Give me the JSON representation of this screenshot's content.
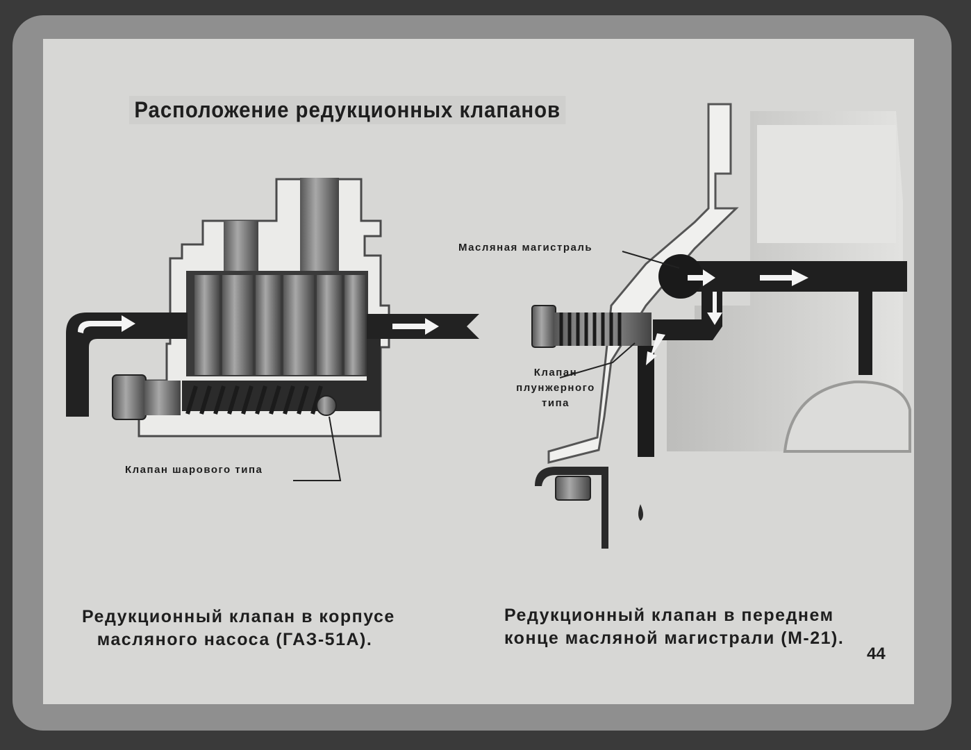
{
  "title": "Расположение редукционных клапанов",
  "left_diagram": {
    "label_ball_valve": "Клапан шарового типа",
    "caption_line1": "Редукционный клапан в корпусе",
    "caption_line2": "масляного насоса (ГАЗ-51А)."
  },
  "right_diagram": {
    "label_oil_main": "Масляная магистраль",
    "label_plunger_line1": "Клапан",
    "label_plunger_line2": "плунжерного",
    "label_plunger_line3": "типа",
    "caption_line1": "Редукционный клапан в переднем",
    "caption_line2": "конце масляной магистрали (М-21)."
  },
  "page_number": "44"
}
